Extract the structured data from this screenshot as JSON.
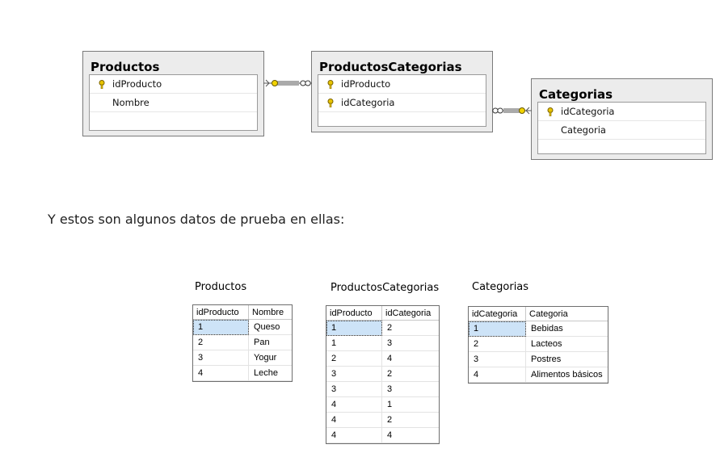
{
  "diagram": {
    "tables": [
      {
        "name": "Productos",
        "columns": [
          {
            "name": "idProducto",
            "key": true
          },
          {
            "name": "Nombre",
            "key": false
          }
        ]
      },
      {
        "name": "ProductosCategorias",
        "columns": [
          {
            "name": "idProducto",
            "key": true
          },
          {
            "name": "idCategoria",
            "key": true
          }
        ]
      },
      {
        "name": "Categorias",
        "columns": [
          {
            "name": "idCategoria",
            "key": true
          },
          {
            "name": "Categoria",
            "key": false
          }
        ]
      }
    ]
  },
  "caption": "Y estos son algunos datos de prueba en ellas:",
  "grids": [
    {
      "title": "Productos",
      "headers": [
        "idProducto",
        "Nombre"
      ],
      "rows": [
        [
          "1",
          "Queso"
        ],
        [
          "2",
          "Pan"
        ],
        [
          "3",
          "Yogur"
        ],
        [
          "4",
          "Leche"
        ]
      ]
    },
    {
      "title": "ProductosCategorias",
      "headers": [
        "idProducto",
        "idCategoria"
      ],
      "rows": [
        [
          "1",
          "2"
        ],
        [
          "1",
          "3"
        ],
        [
          "2",
          "4"
        ],
        [
          "3",
          "2"
        ],
        [
          "3",
          "3"
        ],
        [
          "4",
          "1"
        ],
        [
          "4",
          "2"
        ],
        [
          "4",
          "4"
        ]
      ]
    },
    {
      "title": "Categorias",
      "headers": [
        "idCategoria",
        "Categoria"
      ],
      "rows": [
        [
          "1",
          "Bebidas"
        ],
        [
          "2",
          "Lacteos"
        ],
        [
          "3",
          "Postres"
        ],
        [
          "4",
          "Alimentos básicos"
        ]
      ]
    }
  ],
  "colors": {
    "key": "#d9b800",
    "selected_cell": "#cde3f7"
  }
}
